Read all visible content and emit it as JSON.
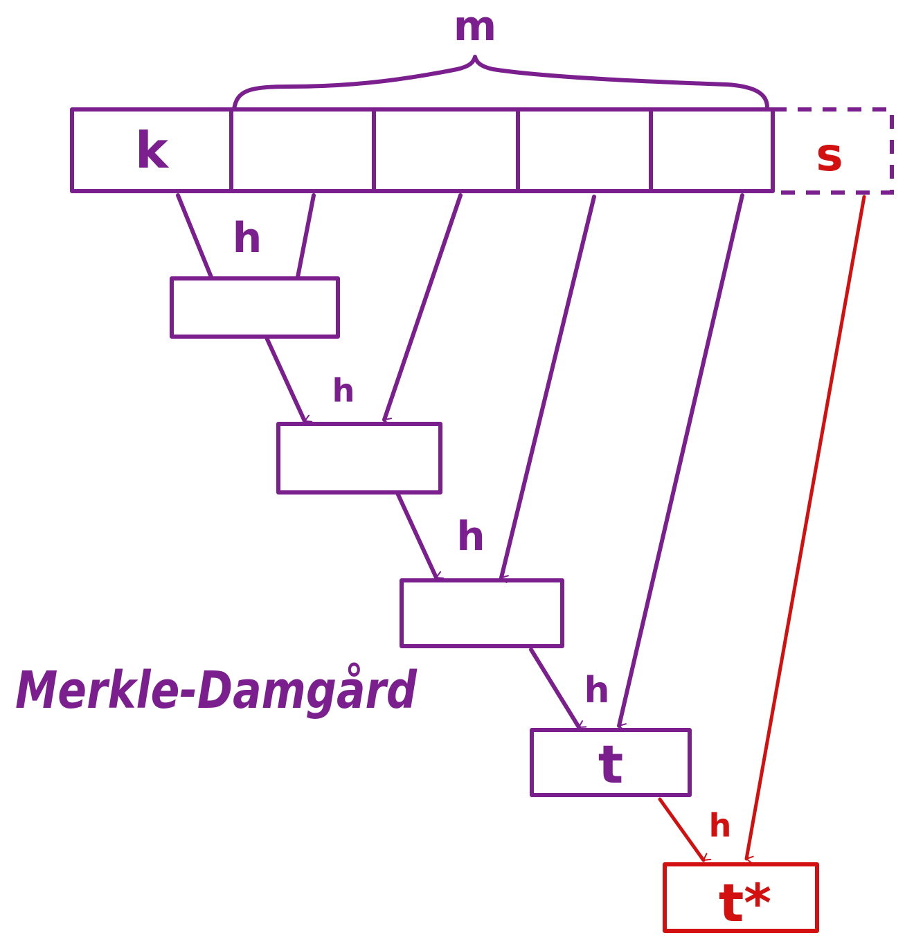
{
  "labels": {
    "m": "m",
    "k": "k",
    "s": "s",
    "h": "h",
    "t": "t",
    "t_star": "t*",
    "title": "Merkle-Damgård"
  },
  "colors": {
    "purple": "#7b1f8f",
    "red": "#d21010"
  }
}
